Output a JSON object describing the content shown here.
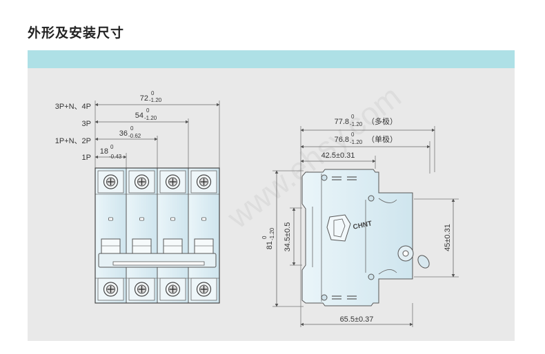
{
  "header": {
    "title": "外形及安装尺寸"
  },
  "colors": {
    "band": "#aee0e6",
    "panel": "#e9e9e9",
    "body_light": "#dff0f6",
    "body_mid": "#c9e2ec",
    "line": "#555555",
    "dim_line": "#666666"
  },
  "watermark": "www.ehsy.com",
  "front_view": {
    "labels": {
      "p4": "3P+N、4P",
      "p3": "3P",
      "p2": "1P+N、2P",
      "p1": "1P"
    },
    "dims": {
      "d72": {
        "main": "72",
        "up": "0",
        "low": "-1.20"
      },
      "d54": {
        "main": "54",
        "up": "0",
        "low": "-1.20"
      },
      "d36": {
        "main": "36",
        "up": "0",
        "low": "-0.62"
      },
      "d18": {
        "main": "18",
        "up": "0",
        "low": "-0.43"
      }
    }
  },
  "side_view": {
    "brand": "CHNT",
    "dims": {
      "top_multi": {
        "main": "77.8",
        "up": "0",
        "low": "-1.20",
        "note": "（多极）"
      },
      "top_single": {
        "main": "76.8",
        "up": "0",
        "low": "-1.20",
        "note": "（单极）"
      },
      "d42": "42.5±0.31",
      "d81": {
        "main": "81",
        "up": "0",
        "low": "-1.20"
      },
      "d34": "34.5±0.5",
      "d45": "45±0.31",
      "d65": "65.5±0.37"
    }
  }
}
